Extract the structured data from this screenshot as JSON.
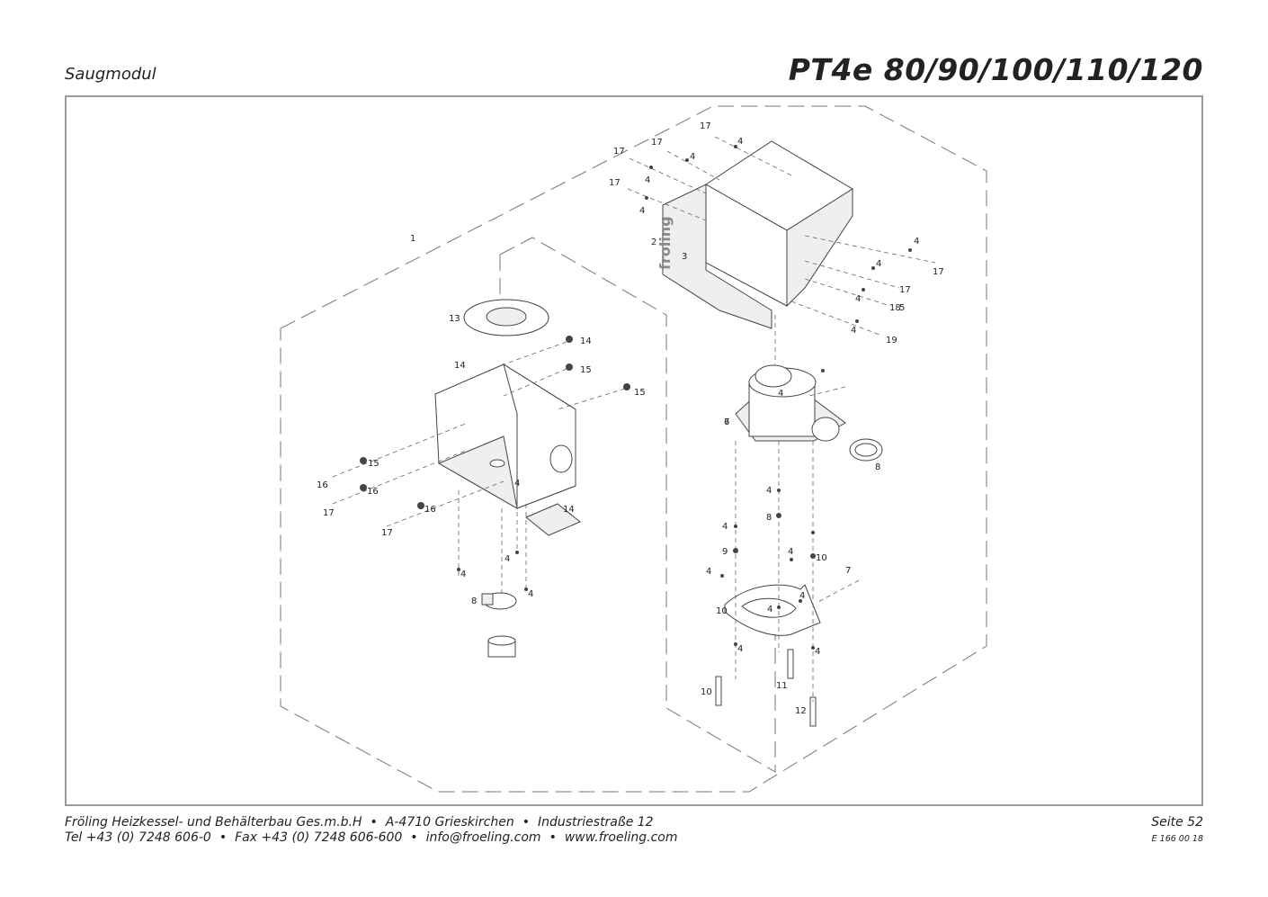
{
  "header": {
    "section": "Saugmodul",
    "model": "PT4e 80/90/100/110/120"
  },
  "drawing": {
    "logo_text": "froling",
    "callouts": [
      {
        "id": "c1",
        "label": "1"
      },
      {
        "id": "c2",
        "label": "2"
      },
      {
        "id": "c3",
        "label": "3"
      },
      {
        "id": "c4a",
        "label": "4"
      },
      {
        "id": "c4b",
        "label": "4"
      },
      {
        "id": "c4c",
        "label": "4"
      },
      {
        "id": "c4d",
        "label": "4"
      },
      {
        "id": "c4e",
        "label": "4"
      },
      {
        "id": "c4f",
        "label": "4"
      },
      {
        "id": "c4g",
        "label": "4"
      },
      {
        "id": "c4h",
        "label": "4"
      },
      {
        "id": "c4i",
        "label": "4"
      },
      {
        "id": "c4j",
        "label": "4"
      },
      {
        "id": "c4k",
        "label": "4"
      },
      {
        "id": "c4l",
        "label": "4"
      },
      {
        "id": "c4m",
        "label": "4"
      },
      {
        "id": "c4n",
        "label": "4"
      },
      {
        "id": "c4o",
        "label": "4"
      },
      {
        "id": "c4p",
        "label": "4"
      },
      {
        "id": "c4q",
        "label": "4"
      },
      {
        "id": "c4r",
        "label": "4"
      },
      {
        "id": "c4s",
        "label": "4"
      },
      {
        "id": "c4t",
        "label": "4"
      },
      {
        "id": "c4u",
        "label": "4"
      },
      {
        "id": "c5",
        "label": "5"
      },
      {
        "id": "c6",
        "label": "6"
      },
      {
        "id": "c7a",
        "label": "7"
      },
      {
        "id": "c7b",
        "label": "7"
      },
      {
        "id": "c8a",
        "label": "8"
      },
      {
        "id": "c8b",
        "label": "8"
      },
      {
        "id": "c8c",
        "label": "8"
      },
      {
        "id": "c9",
        "label": "9"
      },
      {
        "id": "c10a",
        "label": "10"
      },
      {
        "id": "c10b",
        "label": "10"
      },
      {
        "id": "c10c",
        "label": "10"
      },
      {
        "id": "c11",
        "label": "11"
      },
      {
        "id": "c12",
        "label": "12"
      },
      {
        "id": "c13",
        "label": "13"
      },
      {
        "id": "c14a",
        "label": "14"
      },
      {
        "id": "c14b",
        "label": "14"
      },
      {
        "id": "c14c",
        "label": "14"
      },
      {
        "id": "c15a",
        "label": "15"
      },
      {
        "id": "c15b",
        "label": "15"
      },
      {
        "id": "c15c",
        "label": "15"
      },
      {
        "id": "c16a",
        "label": "16"
      },
      {
        "id": "c16b",
        "label": "16"
      },
      {
        "id": "c16c",
        "label": "16"
      },
      {
        "id": "c17a",
        "label": "17"
      },
      {
        "id": "c17b",
        "label": "17"
      },
      {
        "id": "c17c",
        "label": "17"
      },
      {
        "id": "c17d",
        "label": "17"
      },
      {
        "id": "c17e",
        "label": "17"
      },
      {
        "id": "c17f",
        "label": "17"
      },
      {
        "id": "c17g",
        "label": "17"
      },
      {
        "id": "c17h",
        "label": "17"
      },
      {
        "id": "c18",
        "label": "18"
      },
      {
        "id": "c19",
        "label": "19"
      }
    ]
  },
  "footer": {
    "company": "Fröling Heizkessel- und Behälterbau Ges.m.b.H",
    "address_city": "A-4710 Grieskirchen",
    "address_street": "Industriestraße 12",
    "tel": "Tel +43 (0) 7248 606-0",
    "fax": "Fax +43 (0) 7248 606-600",
    "email": "info@froeling.com",
    "web": "www.froeling.com",
    "separator": "•",
    "page": "Seite 52",
    "doc_number": "E 166 00 18"
  }
}
